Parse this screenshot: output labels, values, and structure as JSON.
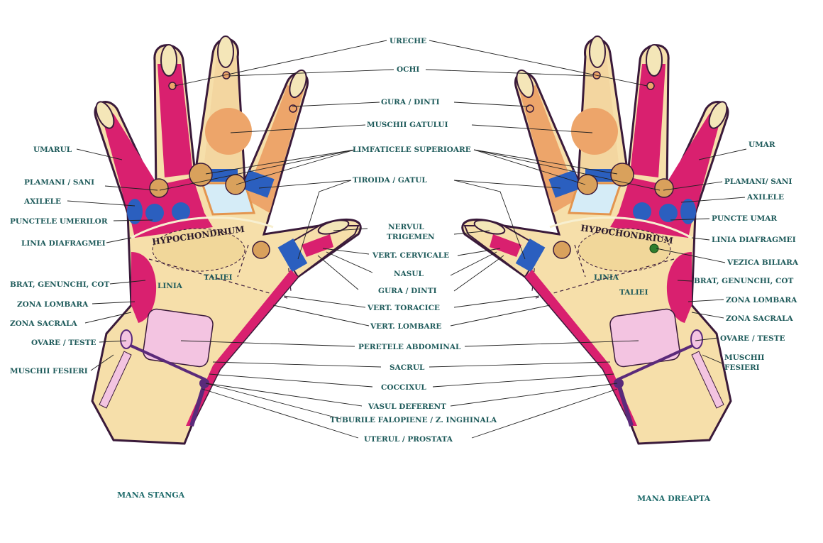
{
  "colors": {
    "skin": "#f6dfaa",
    "magenta": "#d9206f",
    "blue": "#2b5fbf",
    "orange": "#eda56a",
    "lightblue": "#d5ecf7",
    "pink": "#f3c4e1",
    "purple": "#5a2a7a",
    "green": "#2e7d2e",
    "label": "#1f5b5b"
  },
  "center_labels": {
    "ureche": "URECHE",
    "ochi": "OCHI",
    "gura_dinti": "GURA / DINTI",
    "muschii_gatului": "MUSCHII GATULUI",
    "limfaticele": "LIMFATICELE SUPERIOARE",
    "tiroida": "TIROIDA / GATUL",
    "nervul": "NERVUL",
    "trigemen": "TRIGEMEN",
    "vert_cervicale": "VERT. CERVICALE",
    "nasul": "NASUL",
    "gura_dinti_2": "GURA / DINTI",
    "vert_toracice": "VERT. TORACICE",
    "vert_lombare": "VERT. LOMBARE",
    "peretele": "PERETELE ABDOMINAL",
    "sacrul": "SACRUL",
    "coccixul": "COCCIXUL",
    "vasul": "VASUL DEFERENT",
    "tuburile": "TUBURILE FALOPIENE / Z. INGHINALA",
    "uterul": "UTERUL / PROSTATA"
  },
  "left_labels": {
    "umarul": "UMARUL",
    "plamani": "PLAMANI / SANI",
    "axilele": "AXILELE",
    "punctele": "PUNCTELE UMERILOR",
    "linia_diafragmei": "LINIA DIAFRAGMEI",
    "brat": "BRAT, GENUNCHI, COT",
    "zona_lombara": "ZONA LOMBARA",
    "zona_sacrala": "ZONA SACRALA",
    "ovare": "OVARE / TESTE",
    "muschii_fesieri": "MUSCHII FESIERI"
  },
  "right_labels": {
    "umar": "UMAR",
    "plamani": "PLAMANI/ SANI",
    "axilele": "AXILELE",
    "puncte_umar": "PUNCTE UMAR",
    "linia_diafragmei": "LINIA DIAFRAGMEI",
    "vezica": "VEZICA BILIARA",
    "brat": "BRAT, GENUNCHI, COT",
    "zona_lombara": "ZONA LOMBARA",
    "zona_sacrala": "ZONA SACRALA",
    "ovare": "OVARE / TESTE",
    "muschii": "MUSCHII",
    "fesieri": "FESIERI"
  },
  "zones": {
    "hypochondrium": "HYPOCHONDRIUM",
    "linia": "LINIA",
    "taliei": "TALIEI"
  },
  "titles": {
    "left": "MANA STANGA",
    "right": "MANA DREAPTA"
  }
}
